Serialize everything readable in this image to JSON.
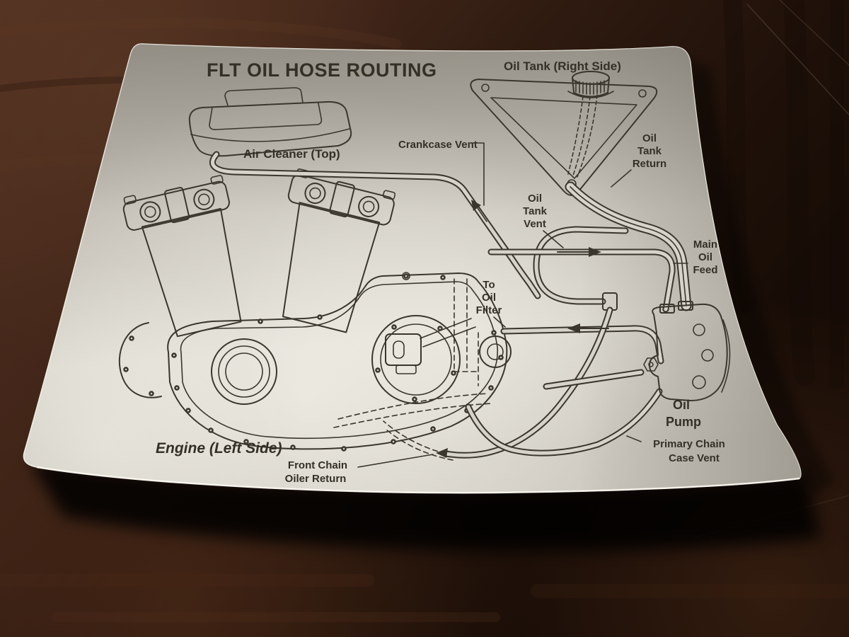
{
  "diagram": {
    "title": "FLT OIL HOSE ROUTING",
    "labels": {
      "oil_tank": [
        "Oil Tank (Right Side)"
      ],
      "air_cleaner": [
        "Air Cleaner (Top)"
      ],
      "crankcase_vent": [
        "Crankcase Vent"
      ],
      "oil_tank_return": [
        "Oil",
        "Tank",
        "Return"
      ],
      "oil_tank_vent": [
        "Oil",
        "Tank",
        "Vent"
      ],
      "main_oil_feed": [
        "Main",
        "Oil",
        "Feed"
      ],
      "to_oil_filter": [
        "To",
        "Oil",
        "Filter"
      ],
      "oil_pump": [
        "Oil",
        "Pump"
      ],
      "engine": [
        "Engine (Left Side)"
      ],
      "front_chain_oiler_return": [
        "Front Chain",
        "Oiler Return"
      ],
      "primary_chain_case_vent": [
        "Primary Chain",
        "Case Vent"
      ]
    },
    "flow_arrows": [
      {
        "hose": "crankcase-vent",
        "direction": "up-left"
      },
      {
        "hose": "main-oil-feed",
        "direction": "right"
      },
      {
        "hose": "to-oil-filter",
        "direction": "left"
      },
      {
        "hose": "front-chain-oiler-return",
        "direction": "left"
      }
    ],
    "ink_color": "#3a362e"
  },
  "scene": {
    "paper_color": "#cdc9c0",
    "paper_highlight": "#eceae2",
    "paper_shade": "#a8a299",
    "wood_color": "#351d10",
    "shadow_color": "#0a0604"
  }
}
